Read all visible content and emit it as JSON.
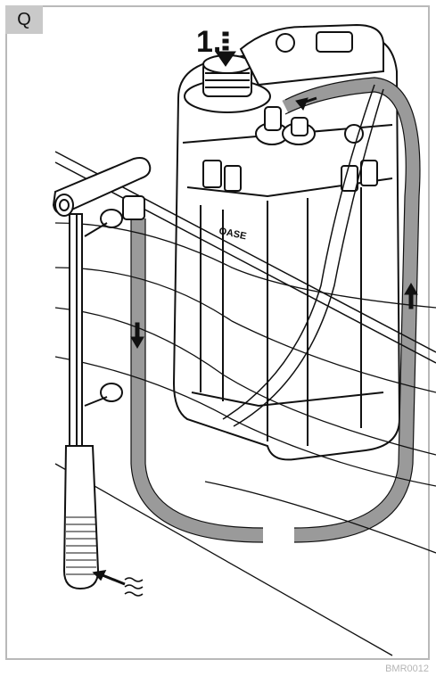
{
  "panel": {
    "letter": "Q"
  },
  "step_label": "1.",
  "reference_code": "BMR0012",
  "icons": [
    "flow-arrow-down-icon",
    "flow-arrow-up-icon",
    "press-arrow-icon",
    "flow-arrow-left-icon",
    "water-intake-arrow-icon"
  ],
  "colors": {
    "frame": "#b9b9b9",
    "tab": "#c9c9c9",
    "hose": "#9a9a9a",
    "line": "#111111"
  }
}
